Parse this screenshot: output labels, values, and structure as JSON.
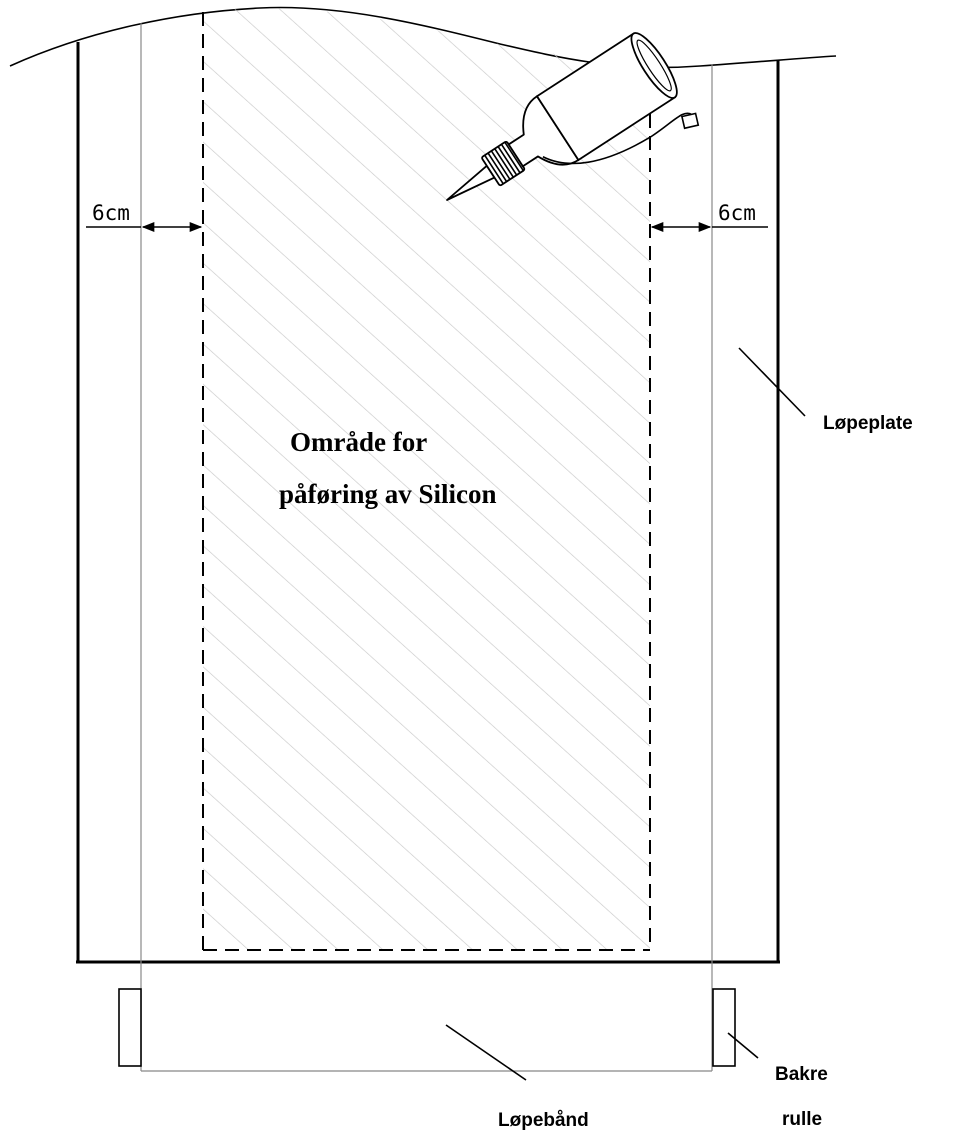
{
  "diagram": {
    "area_label": {
      "line1": "Område for",
      "line2": "påføring av Silicon"
    },
    "margin_left": "6cm",
    "margin_right": "6cm",
    "labels": {
      "deck": "Løpeplate",
      "belt": "Løpebånd",
      "rear_roller_line1": "Bakre",
      "rear_roller_line2": "rulle"
    },
    "icons": {
      "bottle": "silicone-bottle-icon"
    },
    "colors": {
      "stroke": "#000000",
      "hatch": "#c9c9c9",
      "thin": "#888888"
    }
  }
}
